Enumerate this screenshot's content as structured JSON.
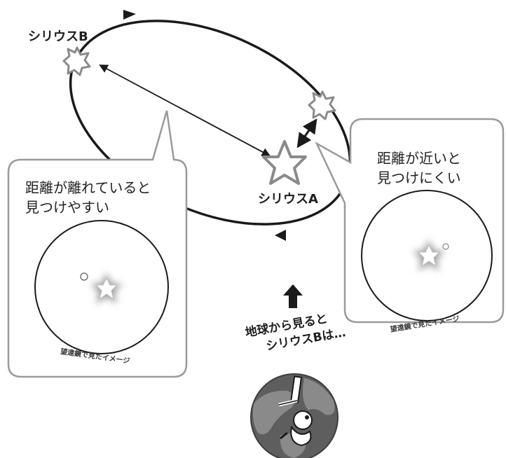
{
  "labels": {
    "sirius_b": "シリウスB",
    "sirius_a": "シリウスA",
    "earth_view_line1": "地球から見ると",
    "earth_view_line2": "シリウスBは…"
  },
  "bubble_left": {
    "line1": "距離が離れていると",
    "line2": "見つけやすい",
    "caption": "望遠鏡で見たイメージ"
  },
  "bubble_right": {
    "line1": "距離が近いと",
    "line2": "見つけにくい",
    "caption": "望遠鏡で見たイメージ"
  },
  "colors": {
    "orbit": "#1a1a1a",
    "bubble_border": "#9a9a9a",
    "star_glow": "#9c9c9c",
    "earth_land": "#8a8a8a",
    "earth_ocean": "#5e5e5e"
  },
  "icons": [
    "star-icon",
    "up-arrow-icon",
    "earth-icon",
    "telescope-icon"
  ]
}
